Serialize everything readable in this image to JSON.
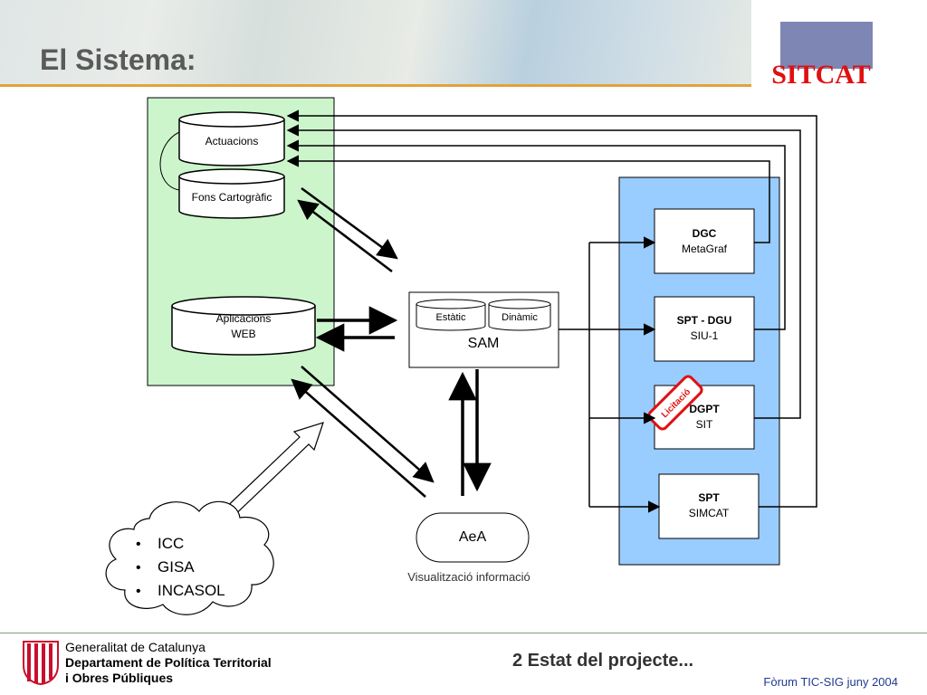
{
  "slide": {
    "title": "El Sistema:",
    "logo_text": "SITCAT",
    "section": "2 Estat del projecte...",
    "event": "Fòrum TIC-SIG juny 2004"
  },
  "org": {
    "line1": "Generalitat de Catalunya",
    "line2": "Departament de Política Territorial",
    "line3": "i Obres Públiques"
  },
  "diagram": {
    "db_actuacions": "Actuacions",
    "db_fons": "Fons Cartogràfic",
    "db_aplicacions_1": "Aplicacions",
    "db_aplicacions_2": "WEB",
    "sam_estatic": "Estàtic",
    "sam_dinamic": "Dinàmic",
    "sam_label": "SAM",
    "aea_label": "AeA",
    "aea_caption": "Visualització informació",
    "stamp": "Licitació",
    "sources": [
      {
        "name": "DGC",
        "sub": "MetaGraf"
      },
      {
        "name": "SPT - DGU",
        "sub": "SIU-1"
      },
      {
        "name": "DGPT",
        "sub": "SIT"
      },
      {
        "name": "SPT",
        "sub": "SIMCAT"
      }
    ],
    "external": [
      "ICC",
      "GISA",
      "INCASOL"
    ]
  }
}
